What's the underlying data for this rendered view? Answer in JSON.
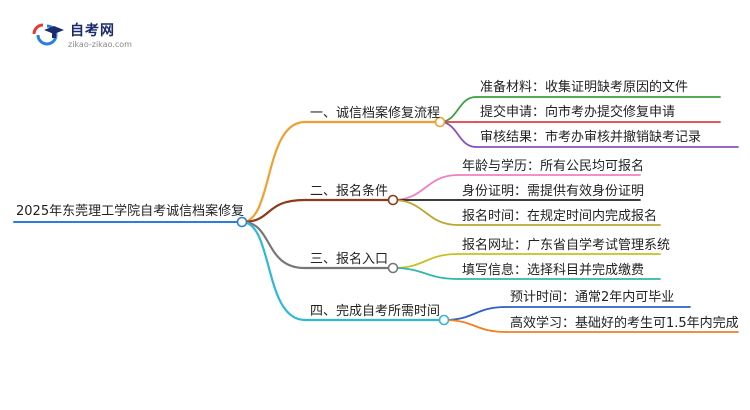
{
  "logo": {
    "brand": "自考网",
    "url": "zikao-zikao.com"
  },
  "root": "2025年东莞理工学院自考诚信档案修复",
  "branches": [
    {
      "label": "一、诚信档案修复流程",
      "color": "#f0a030",
      "leaves": [
        {
          "text": "准备材料：收集证明缺考原因的文件",
          "color": "#3aa040"
        },
        {
          "text": "提交申请：向市考办提交修复申请",
          "color": "#e04040"
        },
        {
          "text": "审核结果：市考办审核并撤销缺考记录",
          "color": "#8a50c0"
        }
      ]
    },
    {
      "label": "二、报名条件",
      "color": "#8b3a1a",
      "leaves": [
        {
          "text": "年龄与学历：所有公民均可报名",
          "color": "#f080c0"
        },
        {
          "text": "身份证明：需提供有效身份证明",
          "color": "#222222"
        },
        {
          "text": "报名时间：在规定时间内完成报名",
          "color": "#b8a830"
        }
      ]
    },
    {
      "label": "三、报名入口",
      "color": "#777777",
      "leaves": [
        {
          "text": "报名网址：广东省自学考试管理系统",
          "color": "#c8c020"
        },
        {
          "text": "填写信息：选择科目并完成缴费",
          "color": "#30b8a8"
        }
      ]
    },
    {
      "label": "四、完成自考所需时间",
      "color": "#30b8d8",
      "leaves": [
        {
          "text": "预计时间：通常2年内可毕业",
          "color": "#3060c0"
        },
        {
          "text": "高效学习：基础好的考生可1.5年内完成",
          "color": "#f08020"
        }
      ]
    }
  ]
}
